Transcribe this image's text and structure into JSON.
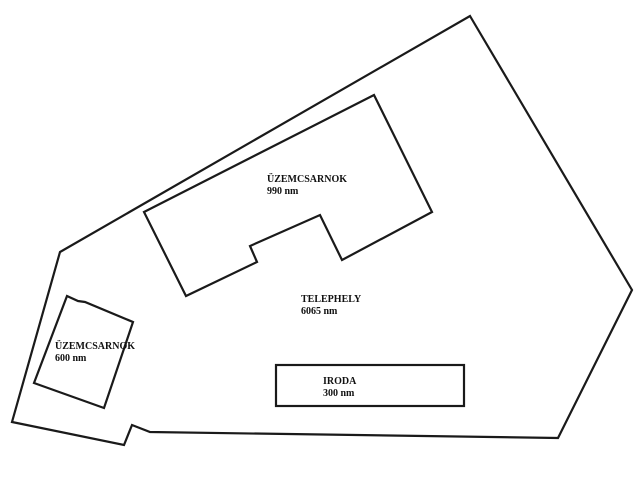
{
  "site": {
    "name": "TELEPHELY",
    "area": "6065 nm"
  },
  "buildings": {
    "hall_large": {
      "name": "ÜZEMCSARNOK",
      "area": "990 nm"
    },
    "hall_small": {
      "name": "ÜZEMCSARNOK",
      "area": "600 nm"
    },
    "office": {
      "name": "IRODA",
      "area": "300 nm"
    }
  },
  "colors": {
    "line": "#1a1a1a",
    "text": "#111111",
    "background": "#ffffff"
  }
}
